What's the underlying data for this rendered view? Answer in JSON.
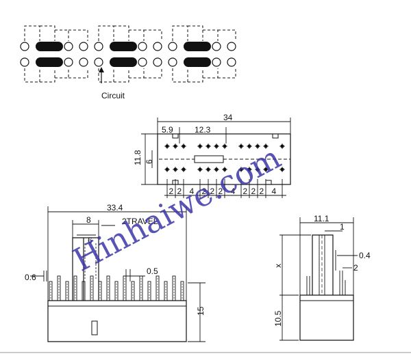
{
  "circuit": {
    "label": "Circuit"
  },
  "top_view": {
    "overall_width": "34",
    "offset_left": "5.9",
    "span": "12.3",
    "height": "11.8",
    "inner_height": "6",
    "pitch_labels": [
      "2",
      "2",
      "4",
      "2",
      "2",
      "2",
      "4",
      "2",
      "2",
      "2",
      "4"
    ]
  },
  "front_view": {
    "overall_width": "33.4",
    "dim_8": "8",
    "dim_6": "6",
    "travel": "2TRAVEL",
    "pin_width": "0.6",
    "pin_gap": "0.5",
    "height": "15"
  },
  "side_view": {
    "width": "11.1",
    "dim_1": "1",
    "dim_04": "0.4",
    "dim_2": "2",
    "actuator": "x",
    "body_height": "10.5"
  },
  "watermark": {
    "text": "Hinhaiwe.com"
  },
  "colors": {
    "line": "#111111",
    "watermark": "#3b35a8"
  }
}
